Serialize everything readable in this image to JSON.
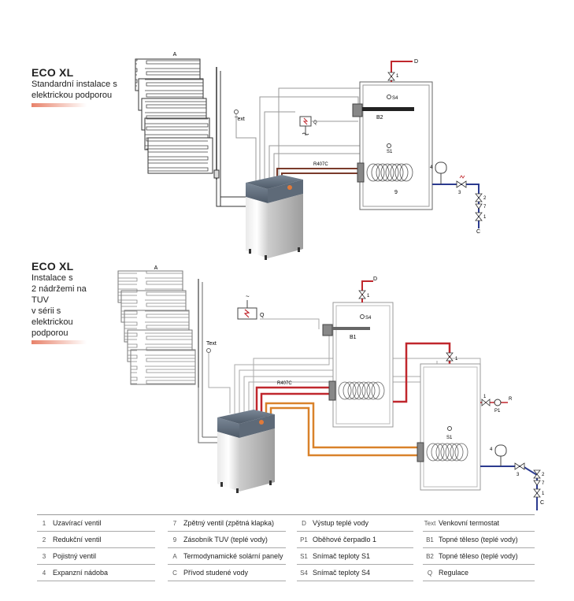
{
  "systems": [
    {
      "title": "ECO XL",
      "subtitle": "Standardní instalace s\nelektrickou podporou"
    },
    {
      "title": "ECO XL",
      "subtitle": "Instalace s\n2 nádržemi na\nTUV\nv sérii s\nelektrickou\npodporou"
    }
  ],
  "labels": {
    "A": "A",
    "D": "D",
    "C": "C",
    "one": "1",
    "two": "2",
    "three": "3",
    "four": "4",
    "seven": "7",
    "nine": "9",
    "S4": "S4",
    "S1": "S1",
    "B1": "B1",
    "B2": "B2",
    "Q": "Q",
    "P1": "P1",
    "R": "R",
    "R407C": "R407C",
    "Text": "Text",
    "tilde": "~"
  },
  "legend": [
    [
      {
        "key": "1",
        "text": "Uzavírací ventil"
      },
      {
        "key": "2",
        "text": "Redukční ventil"
      },
      {
        "key": "3",
        "text": "Pojistný ventil"
      },
      {
        "key": "4",
        "text": "Expanzní nádoba"
      }
    ],
    [
      {
        "key": "7",
        "text": "Zpětný ventil (zpětná klapka)"
      },
      {
        "key": "9",
        "text": "Zásobník TUV (teplé vody)"
      },
      {
        "key": "A",
        "text": "Termodynamické solární panely"
      },
      {
        "key": "C",
        "text": "Přívod studené vody"
      }
    ],
    [
      {
        "key": "D",
        "text": "Výstup teplé vody"
      },
      {
        "key": "P1",
        "text": "Oběhové čerpadlo 1"
      },
      {
        "key": "S1",
        "text": "Snímač teploty S1"
      },
      {
        "key": "S4",
        "text": "Snímač teploty S4"
      }
    ],
    [
      {
        "key": "Text",
        "text": "Venkovní termostat"
      },
      {
        "key": "B1",
        "text": "Topné těleso (teplé vody)"
      },
      {
        "key": "B2",
        "text": "Topné těleso (teplé vody)"
      },
      {
        "key": "Q",
        "text": "Regulace"
      }
    ]
  ],
  "colors": {
    "hot": "#c0272d",
    "orange": "#d9822b",
    "blue": "#2b3a8f",
    "wire": "#999999",
    "brown": "#7a3b2b"
  }
}
